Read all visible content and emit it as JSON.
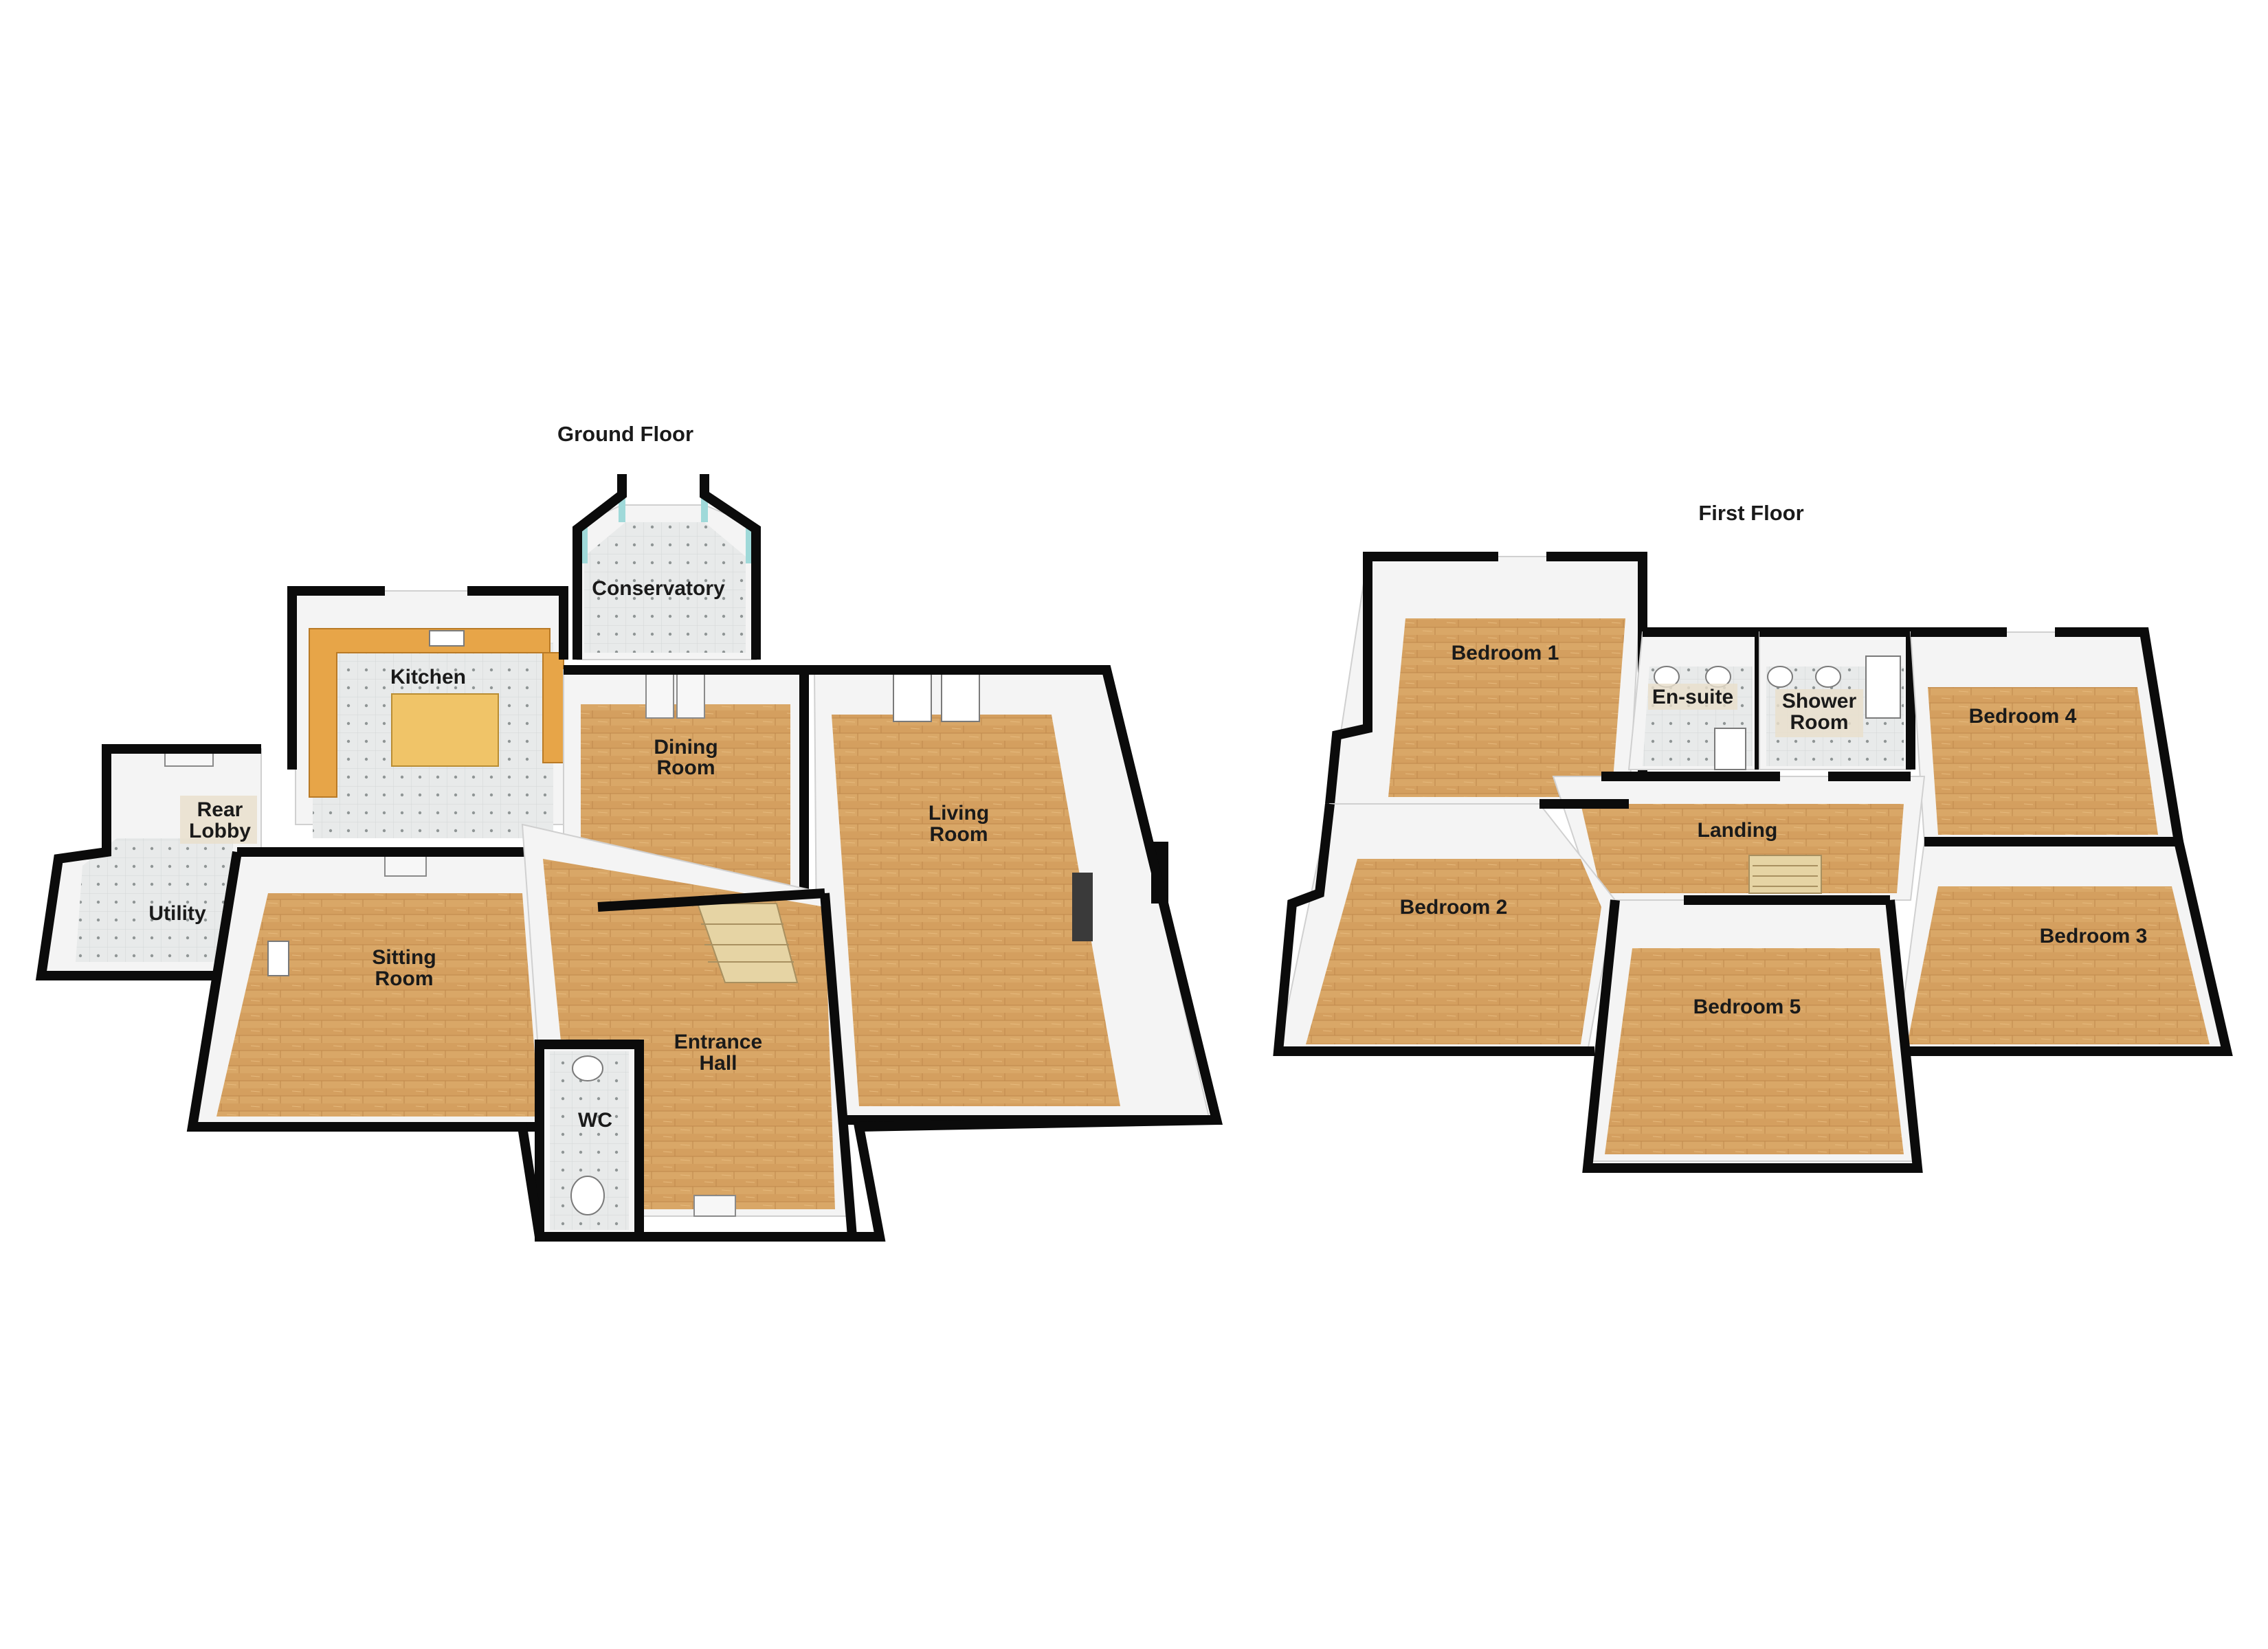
{
  "floors": [
    {
      "title": "Ground Floor",
      "rooms": [
        {
          "key": "conservatory",
          "label": "Conservatory"
        },
        {
          "key": "kitchen",
          "label": "Kitchen"
        },
        {
          "key": "dining_1",
          "label": "Dining"
        },
        {
          "key": "dining_2",
          "label": "Room"
        },
        {
          "key": "living_1",
          "label": "Living"
        },
        {
          "key": "living_2",
          "label": "Room"
        },
        {
          "key": "rear_lobby_1",
          "label": "Rear"
        },
        {
          "key": "rear_lobby_2",
          "label": "Lobby"
        },
        {
          "key": "utility",
          "label": "Utility"
        },
        {
          "key": "sitting_1",
          "label": "Sitting"
        },
        {
          "key": "sitting_2",
          "label": "Room"
        },
        {
          "key": "entrance_1",
          "label": "Entrance"
        },
        {
          "key": "entrance_2",
          "label": "Hall"
        },
        {
          "key": "wc",
          "label": "WC"
        }
      ]
    },
    {
      "title": "First Floor",
      "rooms": [
        {
          "key": "bedroom1",
          "label": "Bedroom 1"
        },
        {
          "key": "ensuite",
          "label": "En-suite"
        },
        {
          "key": "shower_1",
          "label": "Shower"
        },
        {
          "key": "shower_2",
          "label": "Room"
        },
        {
          "key": "bedroom4",
          "label": "Bedroom 4"
        },
        {
          "key": "landing",
          "label": "Landing"
        },
        {
          "key": "bedroom2",
          "label": "Bedroom 2"
        },
        {
          "key": "bedroom3",
          "label": "Bedroom 3"
        },
        {
          "key": "bedroom5",
          "label": "Bedroom 5"
        }
      ]
    }
  ],
  "colors": {
    "wood_floor": "#d9a767",
    "tile_floor": "#e8eaea",
    "walls": "#0b0b0b",
    "counter": "#e7a548",
    "window_glass": "#9fd9d9"
  }
}
